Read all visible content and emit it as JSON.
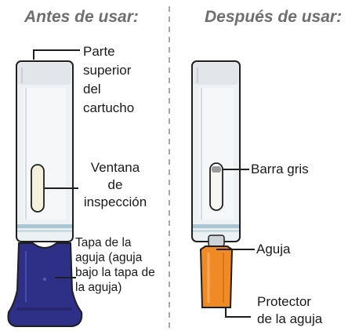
{
  "before": {
    "heading": "Antes de usar:",
    "labels": {
      "top": [
        "Parte",
        "superior",
        "del",
        "cartucho"
      ],
      "window": [
        "Ventana",
        "de",
        "inspección"
      ],
      "cap": [
        "Tapa de la",
        "aguja (aguja",
        "bajo la tapa de",
        "la aguja)"
      ]
    }
  },
  "after": {
    "heading": "Después de usar:",
    "labels": {
      "gray_bar": "Barra gris",
      "needle": "Aguja",
      "guard": [
        "Protector",
        "de la aguja"
      ]
    }
  },
  "colors": {
    "cap": "#2e2f86",
    "guard": "#f08a24",
    "window": "#f3f1dc",
    "band": "#a9c6d2",
    "body": "#eef1f3",
    "outline": "#1f1f1f"
  }
}
